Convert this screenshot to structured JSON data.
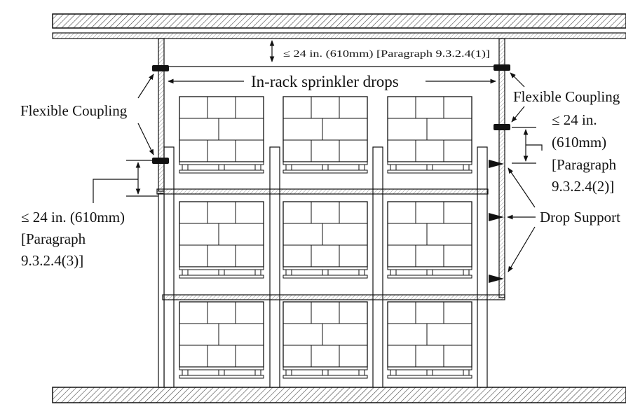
{
  "labels": {
    "top_dimension": "≤ 24 in. (610mm) [Paragraph 9.3.2.4(1)]",
    "in_rack_drops": "In-rack sprinkler drops",
    "flexible_coupling_left": "Flexible Coupling",
    "flexible_coupling_right": "Flexible Coupling",
    "right_dimension": [
      "≤ 24 in.",
      "(610mm)",
      "[Paragraph",
      "9.3.2.4(2)]"
    ],
    "left_dimension": [
      "≤ 24 in. (610mm)",
      "[Paragraph",
      "9.3.2.4(3)]"
    ],
    "drop_support": "Drop Support"
  },
  "colors": {
    "line": "#111111",
    "hatch": "#555555",
    "fill": "#ffffff"
  }
}
